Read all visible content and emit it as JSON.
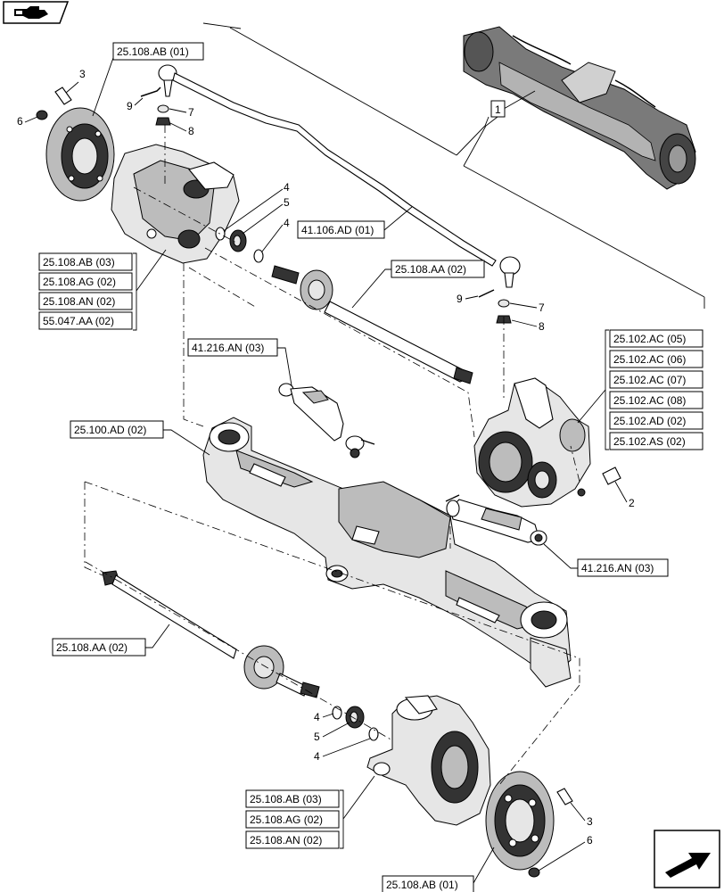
{
  "callouts": {
    "hub_top_ab01": "25.108.AB (01)",
    "hub_left_ab03": "25.108.AB (03)",
    "hub_left_ag02": "25.108.AG (02)",
    "hub_left_an02": "25.108.AN (02)",
    "hub_left_55047": "55.047.AA (02)",
    "tie_rod": "41.106.AD (01)",
    "shaft_top_aa02": "25.108.AA (02)",
    "cylinder_top": "41.216.AN (03)",
    "diff_ac05": "25.102.AC (05)",
    "diff_ac06": "25.102.AC (06)",
    "diff_ac07": "25.102.AC (07)",
    "diff_ac08": "25.102.AC (08)",
    "diff_ad02": "25.102.AD (02)",
    "diff_as02": "25.102.AS (02)",
    "axle_housing": "25.100.AD (02)",
    "cylinder_right": "41.216.AN (03)",
    "shaft_left_aa02": "25.108.AA (02)",
    "hub_bottom_ab03": "25.108.AB (03)",
    "hub_bottom_ag02": "25.108.AG (02)",
    "hub_bottom_an02": "25.108.AN (02)",
    "cover_bottom_ab01": "25.108.AB (01)",
    "assembly_ref": "1"
  },
  "item_numbers": {
    "bolt_top_left": "3",
    "plug_top_left": "6",
    "pin_top": "9",
    "washer_top": "7",
    "nut_top": "8",
    "ring_top_a": "4",
    "gear_top": "5",
    "ring_top_b": "4",
    "pin_right": "9",
    "washer_right": "7",
    "nut_right": "8",
    "bolt_diff": "2",
    "ring_bottom_a": "4",
    "gear_bottom": "5",
    "ring_bottom_b": "4",
    "bolt_bottom_right": "3",
    "plug_bottom_right": "6"
  },
  "icons": {
    "top_left": "hand-pointer-icon",
    "bottom_right": "arrow-next-icon"
  }
}
